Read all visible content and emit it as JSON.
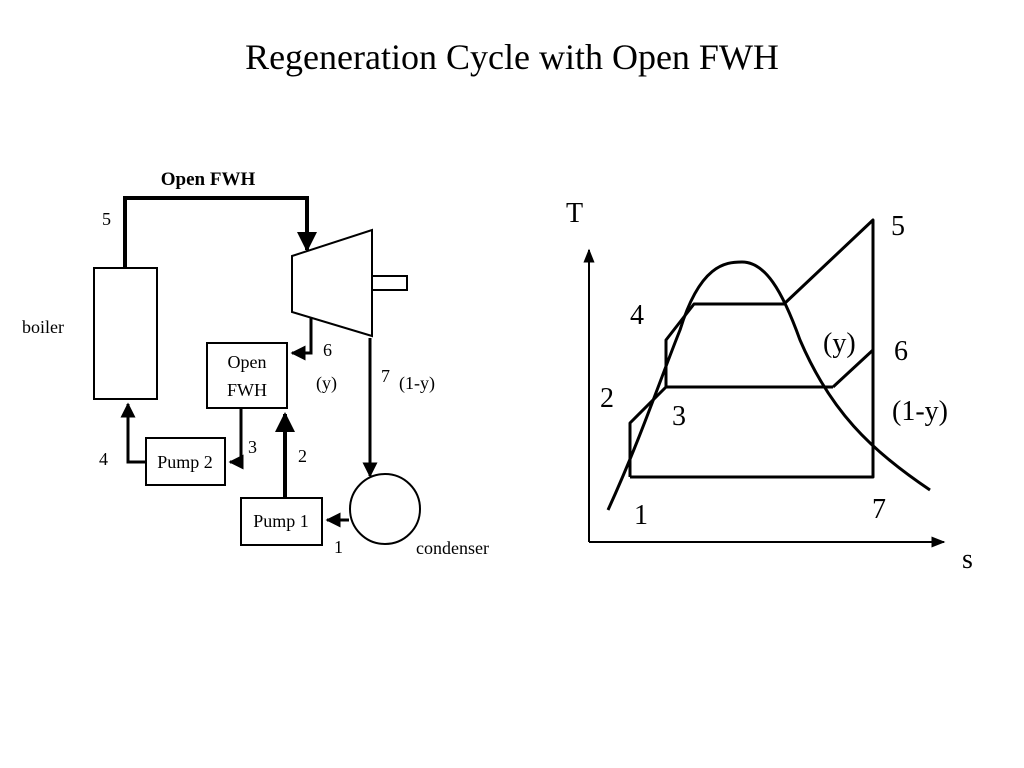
{
  "title": "Regeneration Cycle with Open FWH",
  "schematic": {
    "heading": "Open FWH",
    "boiler_label": "boiler",
    "fwh_label_line1": "Open",
    "fwh_label_line2": "FWH",
    "pump1_label": "Pump 1",
    "pump2_label": "Pump 2",
    "condenser_label": "condenser",
    "state_1": "1",
    "state_2": "2",
    "state_3": "3",
    "state_4": "4",
    "state_5": "5",
    "state_6": "6",
    "state_6_fraction": "(y)",
    "state_7": "7",
    "state_7_fraction": "(1-y)"
  },
  "ts_diagram": {
    "y_axis_label": "T",
    "x_axis_label": "s",
    "point_1": "1",
    "point_2": "2",
    "point_3": "3",
    "point_4": "4",
    "point_5": "5",
    "point_6": "6",
    "point_7": "7",
    "fraction_y": "(y)",
    "fraction_1_minus_y": "(1-y)"
  }
}
